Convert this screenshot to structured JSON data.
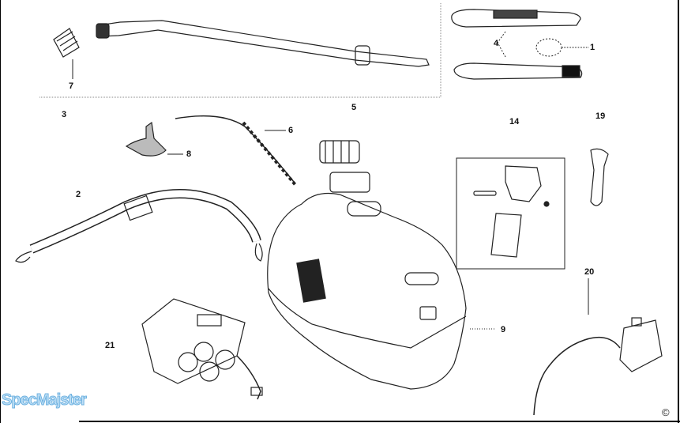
{
  "diagram": {
    "part_labels": [
      "7",
      "3",
      "5",
      "6",
      "8",
      "2",
      "4",
      "1",
      "14",
      "19",
      "20",
      "9",
      "21"
    ],
    "watermark": "SpecMajster",
    "copyright": "©"
  }
}
